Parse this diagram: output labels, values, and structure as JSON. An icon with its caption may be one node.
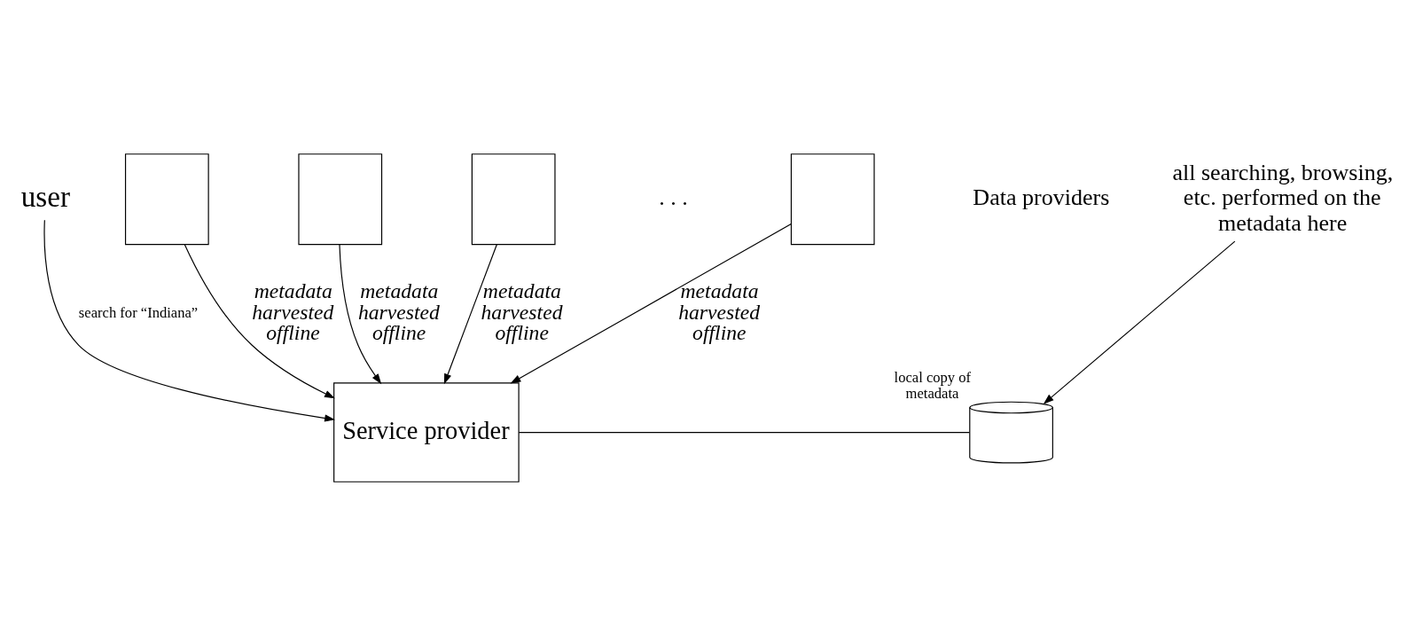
{
  "diagram": {
    "nodes": [
      {
        "text": [
          "user"
        ]
      },
      {
        "text": [
          "Service provider"
        ]
      },
      {
        "text": [],
        "shape": "cylinder",
        "beside": [
          "local copy of metadata"
        ]
      },
      {
        "text": [
          "all searching, browsing, etc. performed on the metadata here"
        ]
      },
      {
        "text": [],
        "shape": "box"
      },
      {
        "text": [],
        "shape": "box"
      },
      {
        "text": [],
        "shape": "box"
      },
      {
        "text": [],
        "shape": "box"
      }
    ],
    "edges": [
      {
        "from": 0,
        "to": 1,
        "arrow": "to",
        "label": "search for “Indiana”"
      },
      {
        "from": 1,
        "to": 2,
        "arrow": "none"
      },
      {
        "from": 3,
        "to": 2,
        "arrow": "to"
      },
      {
        "from": 4,
        "to": 1,
        "arrow": "to",
        "label": "metadata harvested offline"
      },
      {
        "from": 5,
        "to": 1,
        "arrow": "to",
        "label": "metadata harvested offline"
      },
      {
        "from": 6,
        "to": 1,
        "arrow": "to",
        "label": "metadata harvested offline"
      },
      {
        "from": 7,
        "to": 1,
        "arrow": "to",
        "label": "metadata harvested offline"
      }
    ],
    "labels": [
      "Data providers",
      ". . ."
    ]
  }
}
